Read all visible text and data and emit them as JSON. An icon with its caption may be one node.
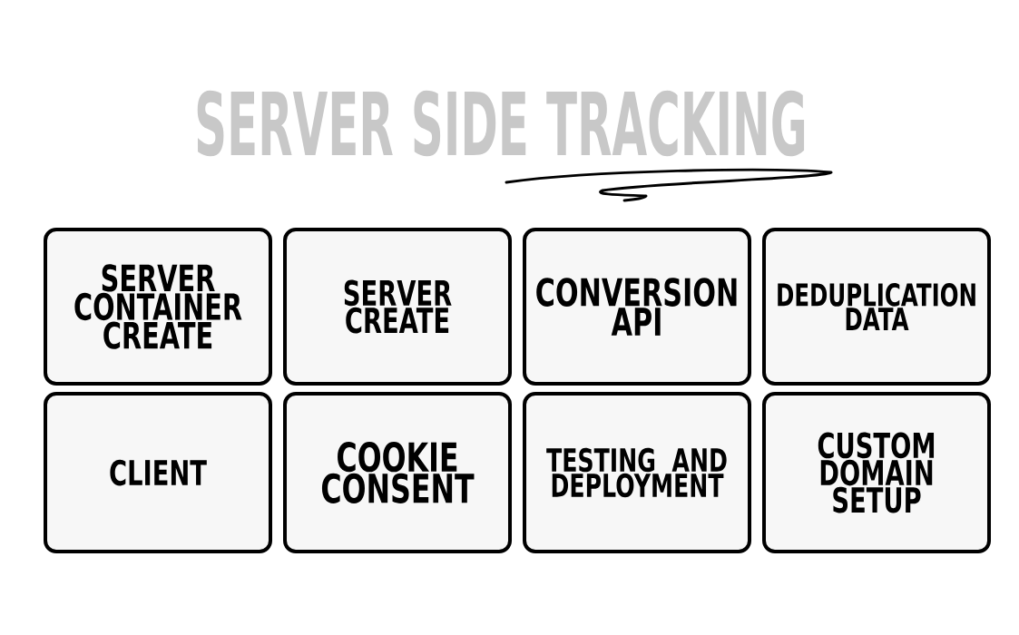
{
  "diagram": {
    "title": "SERVER SIDE TRACKING",
    "nodes": [
      {
        "text": [
          "SERVER CONTAINER CREATE"
        ]
      },
      {
        "text": [
          "SERVER CREATE"
        ]
      },
      {
        "text": [
          "CONVERSION API"
        ]
      },
      {
        "text": [
          "DEDUPLICATION DATA"
        ]
      },
      {
        "text": [
          "CLIENT"
        ]
      },
      {
        "text": [
          "COOKIE CONSENT"
        ]
      },
      {
        "text": [
          "TESTING AND DEPLOYMENT"
        ]
      },
      {
        "text": [
          "CUSTOM DOMAIN SETUP"
        ]
      }
    ]
  }
}
